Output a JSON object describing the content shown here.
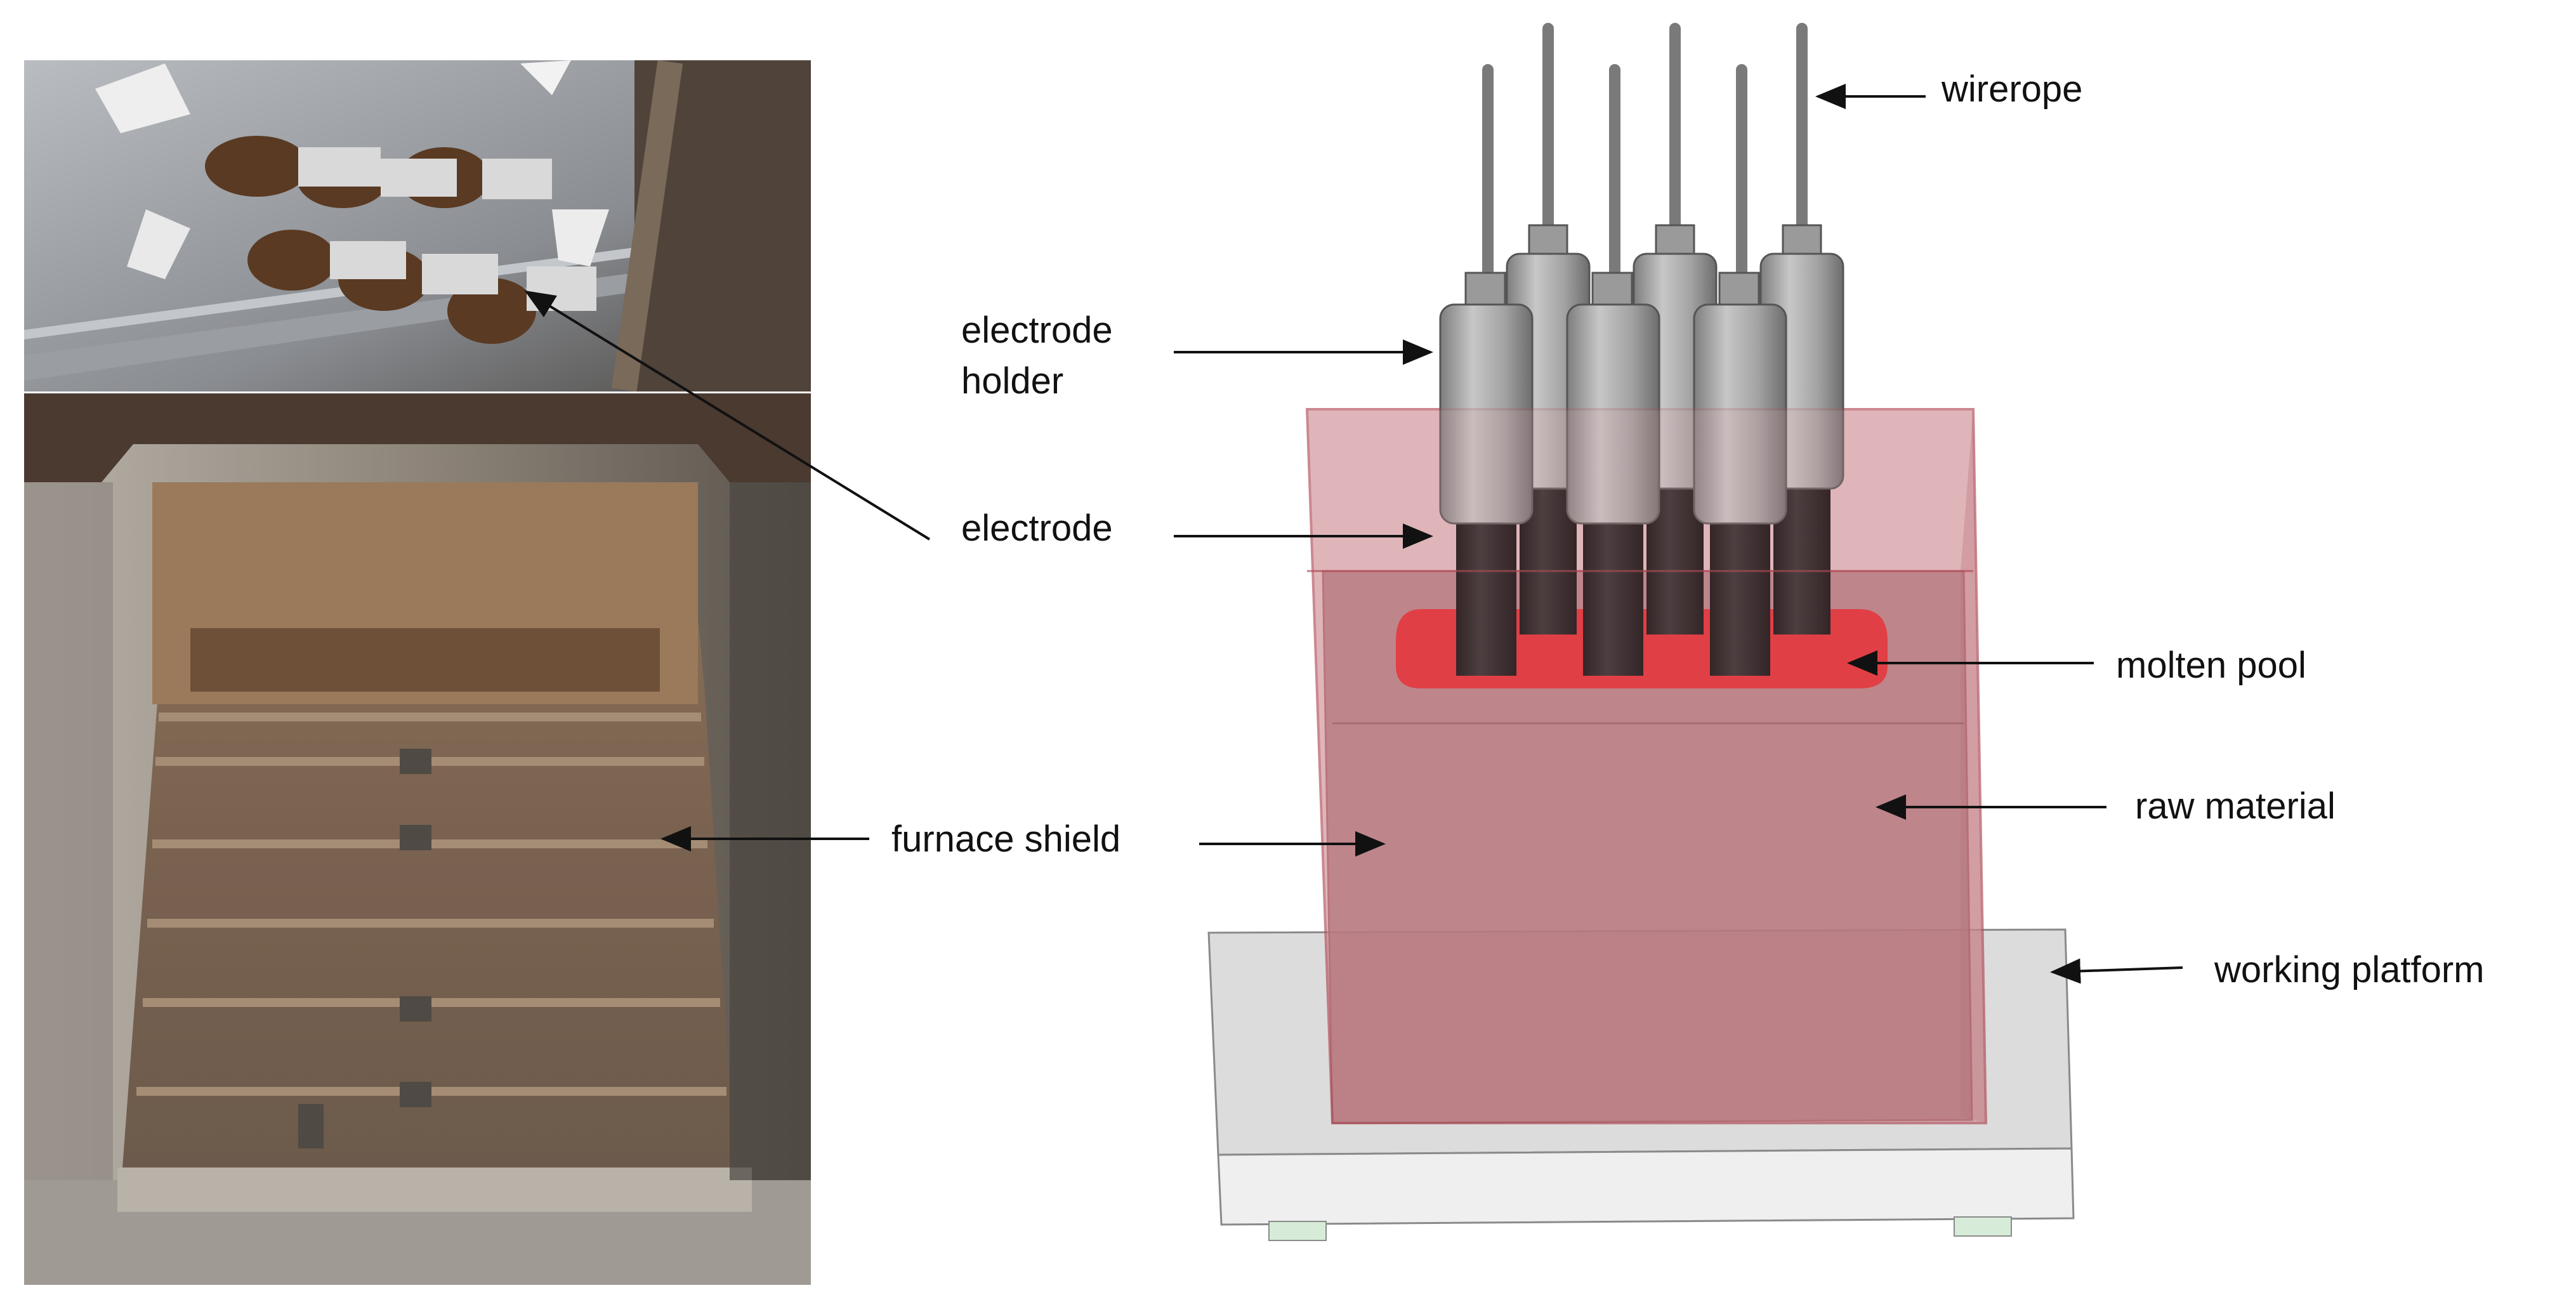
{
  "labels": {
    "wirerope": "wirerope",
    "electrode_holder_line1": "electrode",
    "electrode_holder_line2": "holder",
    "electrode": "electrode",
    "molten_pool": "molten pool",
    "raw_material": "raw material",
    "furnace_shield": "furnace shield",
    "working_platform": "working platform"
  },
  "colors": {
    "shield_fill": "#c98a8f",
    "shield_edge": "#b04a55",
    "molten_pool": "#e3262b",
    "electrode": "#111111",
    "holder": "#9c9c9c",
    "platform": "#dcdcdc",
    "arrow": "#111111"
  }
}
